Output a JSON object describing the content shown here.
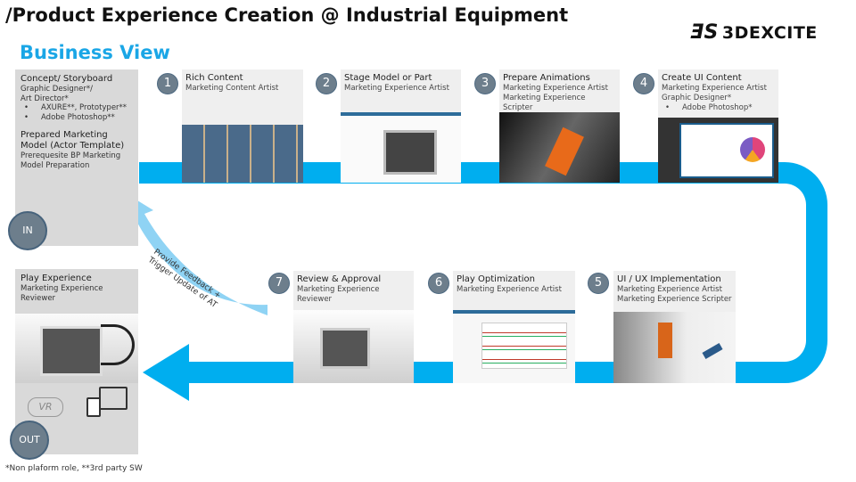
{
  "title": "/Product Experience Creation @ Industrial Equipment",
  "subtitle": "Business View",
  "logo": {
    "mark": "ƎS",
    "text": "3DEXCITE"
  },
  "in_box": {
    "heading": "Concept/ Storyboard",
    "roles": [
      "Graphic Designer*/",
      "Art Director*"
    ],
    "tools": [
      "AXURE**, Prototyper**",
      "Adobe Photoshop**"
    ],
    "heading2": "Prepared Marketing Model (Actor Template)",
    "note": "Prerequesite BP Marketing Model Preparation",
    "badge": "IN"
  },
  "out_box": {
    "heading": "Play Experience",
    "role": "Marketing Experience Reviewer",
    "vr_label": "VR",
    "badge": "OUT"
  },
  "feedback": {
    "line1": "Provide Feedback +",
    "line2": "Trigger Update of AT"
  },
  "steps": [
    {
      "num": "1",
      "title": "Rich Content",
      "lines": [
        "Marketing Content Artist"
      ]
    },
    {
      "num": "2",
      "title": "Stage  Model or Part",
      "lines": [
        "Marketing Experience Artist"
      ]
    },
    {
      "num": "3",
      "title": "Prepare Animations",
      "lines": [
        "Marketing Experience Artist",
        "Marketing Experience Scripter"
      ]
    },
    {
      "num": "4",
      "title": "Create UI Content",
      "lines": [
        "Marketing Experience Artist",
        "Graphic Designer*"
      ],
      "tools": [
        "Adobe Photoshop*"
      ]
    },
    {
      "num": "5",
      "title": "UI / UX Implementation",
      "lines": [
        "Marketing Experience Artist",
        "Marketing Experience Scripter"
      ]
    },
    {
      "num": "6",
      "title": "Play Optimization",
      "lines": [
        "Marketing Experience Artist"
      ]
    },
    {
      "num": "7",
      "title": "Review & Approval",
      "lines": [
        "Marketing Experience Reviewer"
      ]
    }
  ],
  "footnote": "*Non plaform role, **3rd party SW",
  "colors": {
    "accent": "#00aeef",
    "light_accent": "#8fd3f4",
    "title_blue": "#1aa6e6",
    "badge": "#6d7e8c"
  }
}
